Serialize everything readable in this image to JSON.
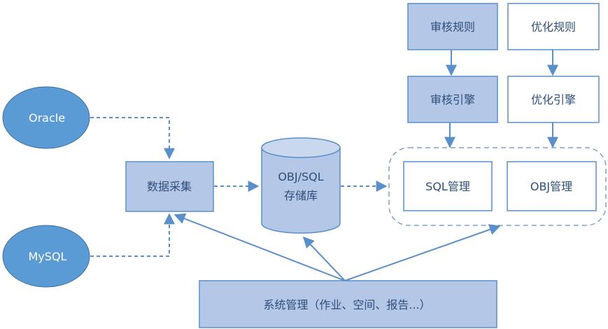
{
  "sources": {
    "oracle": "Oracle",
    "mysql": "MySQL"
  },
  "collect": "数据采集",
  "storage": {
    "line1": "OBJ/SQL",
    "line2": "存储库"
  },
  "audit": {
    "rules": "审核规则",
    "engine": "审核引擎"
  },
  "optimize": {
    "rules": "优化规则",
    "engine": "优化引擎"
  },
  "management": {
    "sql": "SQL管理",
    "obj": "OBJ管理"
  },
  "system": "系统管理（作业、空间、报告...）",
  "colors": {
    "fill": "#b4c7e7",
    "stroke": "#5b8fc9",
    "oval": "#5b9bd5",
    "text": "#2f4f7a"
  }
}
